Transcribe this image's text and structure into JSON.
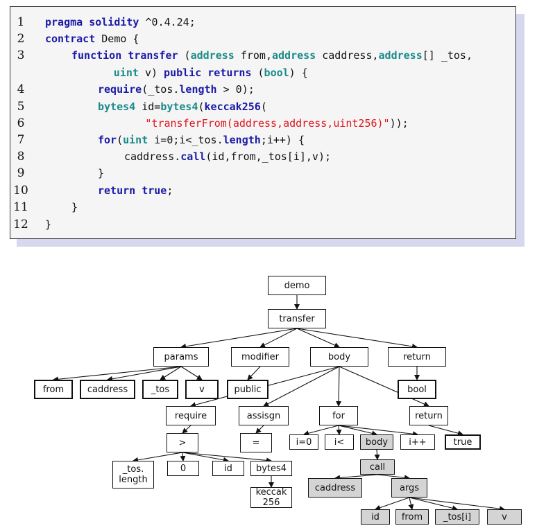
{
  "code": {
    "lines": [
      {
        "n": "1",
        "indent": 0,
        "segments": [
          {
            "t": "pragma solidity",
            "c": "kw"
          },
          {
            "t": " ^0.4.24;",
            "c": ""
          }
        ]
      },
      {
        "n": "2",
        "indent": 0,
        "segments": [
          {
            "t": "contract",
            "c": "kw"
          },
          {
            "t": " Demo {",
            "c": ""
          }
        ]
      },
      {
        "n": "3",
        "indent": 1,
        "segments": [
          {
            "t": "function",
            "c": "kw"
          },
          {
            "t": " ",
            "c": ""
          },
          {
            "t": "transfer",
            "c": "kw"
          },
          {
            "t": " (",
            "c": ""
          },
          {
            "t": "address",
            "c": "ty"
          },
          {
            "t": " from,",
            "c": ""
          },
          {
            "t": "address",
            "c": "ty"
          },
          {
            "t": " caddress,",
            "c": ""
          },
          {
            "t": "address",
            "c": "ty"
          },
          {
            "t": "[] _tos,",
            "c": ""
          }
        ]
      },
      {
        "n": "",
        "indent": 2.6,
        "segments": [
          {
            "t": "uint",
            "c": "ty"
          },
          {
            "t": " v) ",
            "c": ""
          },
          {
            "t": "public returns",
            "c": "kw"
          },
          {
            "t": " (",
            "c": ""
          },
          {
            "t": "bool",
            "c": "ty"
          },
          {
            "t": ") {",
            "c": ""
          }
        ]
      },
      {
        "n": "4",
        "indent": 2,
        "segments": [
          {
            "t": "require",
            "c": "kw"
          },
          {
            "t": "(_tos.",
            "c": ""
          },
          {
            "t": "length",
            "c": "kw"
          },
          {
            "t": " > 0);",
            "c": ""
          }
        ]
      },
      {
        "n": "5",
        "indent": 2,
        "segments": [
          {
            "t": "bytes4",
            "c": "ty"
          },
          {
            "t": " id=",
            "c": ""
          },
          {
            "t": "bytes4",
            "c": "ty"
          },
          {
            "t": "(",
            "c": ""
          },
          {
            "t": "keccak256",
            "c": "kw"
          },
          {
            "t": "(",
            "c": ""
          }
        ]
      },
      {
        "n": "6",
        "indent": 3.8,
        "segments": [
          {
            "t": "\"transferFrom(address,address,uint256)\"",
            "c": "str"
          },
          {
            "t": "));",
            "c": ""
          }
        ]
      },
      {
        "n": "7",
        "indent": 2,
        "segments": [
          {
            "t": "for",
            "c": "kw"
          },
          {
            "t": "(",
            "c": ""
          },
          {
            "t": "uint",
            "c": "ty"
          },
          {
            "t": " i=0;i<_tos.",
            "c": ""
          },
          {
            "t": "length",
            "c": "kw"
          },
          {
            "t": ";i++) {",
            "c": ""
          }
        ]
      },
      {
        "n": "8",
        "indent": 3,
        "segments": [
          {
            "t": "caddress.",
            "c": ""
          },
          {
            "t": "call",
            "c": "kw"
          },
          {
            "t": "(id,from,_tos[i],v);",
            "c": ""
          }
        ]
      },
      {
        "n": "9",
        "indent": 2,
        "segments": [
          {
            "t": "}",
            "c": ""
          }
        ]
      },
      {
        "n": "10",
        "indent": 2,
        "segments": [
          {
            "t": "return true",
            "c": "kw"
          },
          {
            "t": ";",
            "c": ""
          }
        ]
      },
      {
        "n": "11",
        "indent": 1,
        "segments": [
          {
            "t": "}",
            "c": ""
          }
        ]
      },
      {
        "n": "12",
        "indent": 0,
        "segments": [
          {
            "t": "}",
            "c": ""
          }
        ]
      }
    ]
  },
  "tree": {
    "nodes": {
      "demo": {
        "label": "demo"
      },
      "transfer": {
        "label": "transfer"
      },
      "params": {
        "label": "params"
      },
      "modifier": {
        "label": "modifier"
      },
      "body": {
        "label": "body"
      },
      "return1": {
        "label": "return"
      },
      "from": {
        "label": "from"
      },
      "caddress": {
        "label": "caddress"
      },
      "tos": {
        "label": "_tos"
      },
      "v": {
        "label": "v"
      },
      "public": {
        "label": "public"
      },
      "bool": {
        "label": "bool"
      },
      "require": {
        "label": "require"
      },
      "assisgn": {
        "label": "assisgn"
      },
      "for": {
        "label": "for"
      },
      "return2": {
        "label": "return"
      },
      "gt": {
        "label": ">"
      },
      "eq": {
        "label": "="
      },
      "i0": {
        "label": "i=0"
      },
      "ilt": {
        "label": "i<"
      },
      "body2": {
        "label": "body"
      },
      "ipp": {
        "label": "i++"
      },
      "true": {
        "label": "true"
      },
      "toslen": {
        "label": "_tos.\nlength"
      },
      "zero": {
        "label": "0"
      },
      "id": {
        "label": "id"
      },
      "bytes4": {
        "label": "bytes4"
      },
      "keccak": {
        "label": "keccak\n256"
      },
      "call": {
        "label": "call"
      },
      "caddress2": {
        "label": "caddress"
      },
      "args": {
        "label": "args"
      },
      "id2": {
        "label": "id"
      },
      "from2": {
        "label": "from"
      },
      "tosi": {
        "label": "_tos[i]"
      },
      "v2": {
        "label": "v"
      }
    }
  }
}
